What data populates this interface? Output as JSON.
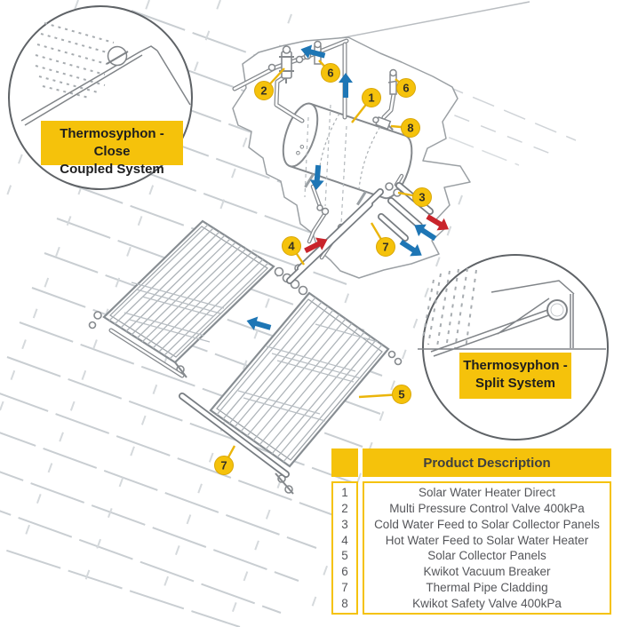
{
  "insets": {
    "close_coupled": {
      "line1": "Thermosyphon - Close",
      "line2": "Coupled System"
    },
    "split": {
      "line1": "Thermosyphon -",
      "line2": "Split System"
    }
  },
  "callouts": [
    {
      "n": "1"
    },
    {
      "n": "2"
    },
    {
      "n": "3"
    },
    {
      "n": "4"
    },
    {
      "n": "5"
    },
    {
      "n": "6"
    },
    {
      "n": "6"
    },
    {
      "n": "7"
    },
    {
      "n": "7"
    },
    {
      "n": "8"
    }
  ],
  "table": {
    "header": "Product Description",
    "rows": [
      {
        "num": "1",
        "desc": "Solar Water Heater Direct"
      },
      {
        "num": "2",
        "desc": "Multi Pressure Control Valve 400kPa"
      },
      {
        "num": "3",
        "desc": "Cold Water Feed to Solar Collector Panels"
      },
      {
        "num": "4",
        "desc": "Hot Water Feed to Solar Water Heater"
      },
      {
        "num": "5",
        "desc": "Solar Collector Panels"
      },
      {
        "num": "6",
        "desc": "Kwikot Vacuum Breaker"
      },
      {
        "num": "7",
        "desc": "Thermal Pipe Cladding"
      },
      {
        "num": "8",
        "desc": "Kwikot Safety Valve 400kPa"
      }
    ]
  },
  "colors": {
    "accent_yellow": "#F5C20B",
    "arrow_blue": "#1E76B5",
    "arrow_red": "#C9242B",
    "line_gray": "#85898D",
    "text_dark": "#55565A"
  }
}
